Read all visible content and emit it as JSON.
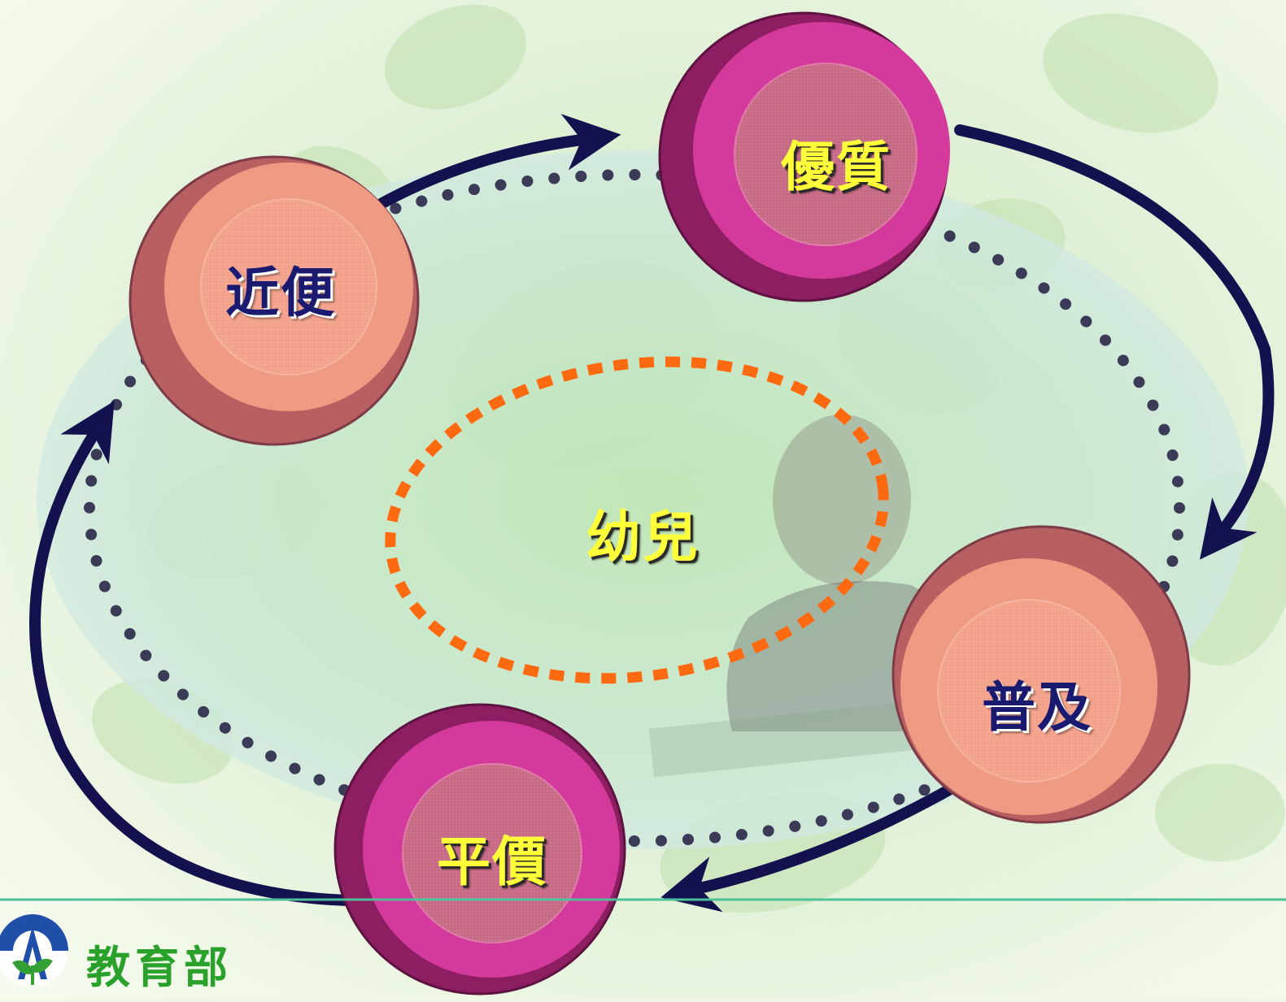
{
  "diagram": {
    "center": "幼兒",
    "nodes": [
      {
        "id": "convenient",
        "label": "近便",
        "style": "salmon"
      },
      {
        "id": "quality",
        "label": "優質",
        "style": "magenta"
      },
      {
        "id": "universal",
        "label": "普及",
        "style": "salmon"
      },
      {
        "id": "affordable",
        "label": "平價",
        "style": "magenta"
      }
    ],
    "cycle": [
      "近便",
      "優質",
      "普及",
      "平價"
    ],
    "colors": {
      "arrow": "#14124e",
      "inner_ellipse": "#ff6a10",
      "dotted_ring": "#3b3b57",
      "salmon_face": "#ef9a82",
      "salmon_side": "#b85f62",
      "magenta_face": "#d33a9c",
      "magenta_side": "#8e1e62",
      "label_navy": "#1a1a70",
      "label_yellow": "#ffff3a"
    }
  },
  "footer": {
    "org_name": "教育部",
    "logo_icon": "ministry-of-education-logo-icon",
    "line_color": "#4fbf9a"
  }
}
